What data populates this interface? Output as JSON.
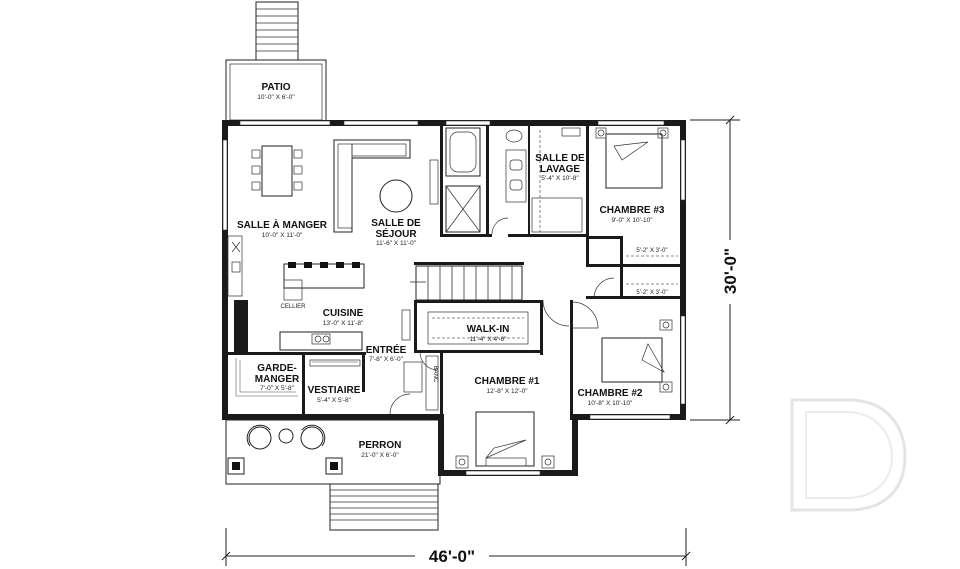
{
  "rooms": [
    {
      "id": "patio",
      "name": "PATIO",
      "dims": "10'-0\" X 6'-0\""
    },
    {
      "id": "salle-a-manger",
      "name": "SALLE À MANGER",
      "dims": "10'-0\" X 11'-0\""
    },
    {
      "id": "salle-de-sejour",
      "name_line1": "SALLE DE",
      "name_line2": "SÉJOUR",
      "dims": "11'-6\" X 11'-0\""
    },
    {
      "id": "salle-de-lavage",
      "name_line1": "SALLE DE",
      "name_line2": "LAVAGE",
      "dims": "5'-4\" X 10'-8\""
    },
    {
      "id": "chambre-3",
      "name": "CHAMBRE #3",
      "dims": "9'-0\" X 10'-10\""
    },
    {
      "id": "cuisine",
      "name": "CUISINE",
      "dims": "13'-0\" X 11'-8\""
    },
    {
      "id": "walk-in",
      "name": "WALK-IN",
      "dims": "11'-4\" X 4'-6\""
    },
    {
      "id": "entree",
      "name": "ENTRÉE",
      "dims": "7'-8\" X 6'-0\""
    },
    {
      "id": "garde-manger",
      "name_line1": "GARDE-",
      "name_line2": "MANGER",
      "dims": "7'-0\" X 5'-8\""
    },
    {
      "id": "vestiaire",
      "name": "VESTIAIRE",
      "dims": "5'-4\" X 5'-8\""
    },
    {
      "id": "chambre-1",
      "name": "CHAMBRE #1",
      "dims": "12'-8\" X 12'-0\""
    },
    {
      "id": "chambre-2",
      "name": "CHAMBRE #2",
      "dims": "10'-8\" X 10'-10\""
    },
    {
      "id": "perron",
      "name": "PERRON",
      "dims": "21'-0\" X 6'-0\""
    },
    {
      "id": "closet-a",
      "dims": "5'-2\" X 3'-0\""
    },
    {
      "id": "closet-b",
      "dims": "5'-2\" X 3'-0\""
    }
  ],
  "labels": {
    "cellier": "CELLIER",
    "banc": "BANC"
  },
  "overall": {
    "width": "46'-0\"",
    "depth": "30'-0\""
  },
  "watermark": "D"
}
